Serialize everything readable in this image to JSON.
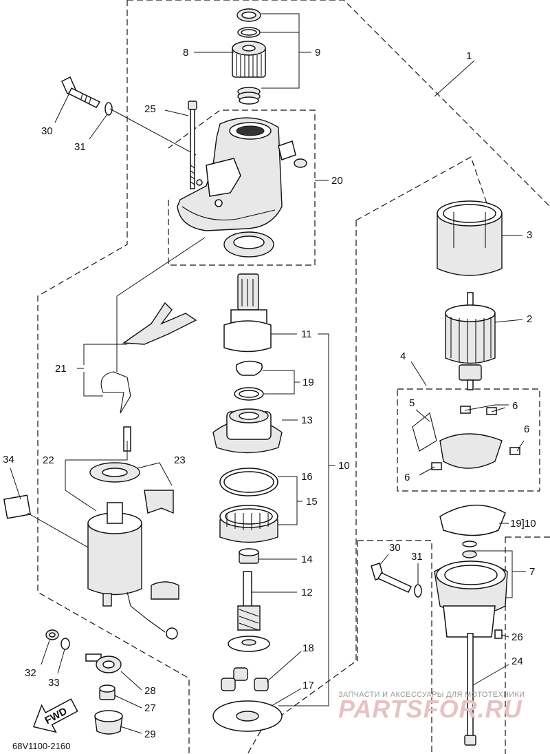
{
  "diagram": {
    "code": "68V1100-2160",
    "fwd_label": "FWD",
    "watermark_caption": "ЗАПЧАСТИ И АКСЕССУАРЫ ДЛЯ МОТОТЕХНИКИ",
    "watermark_brand": "PARTSFOR.RU",
    "callouts": [
      {
        "id": "c1",
        "label": "1"
      },
      {
        "id": "c2",
        "label": "2"
      },
      {
        "id": "c3",
        "label": "3"
      },
      {
        "id": "c4",
        "label": "4"
      },
      {
        "id": "c5",
        "label": "5"
      },
      {
        "id": "c6a",
        "label": "6"
      },
      {
        "id": "c6b",
        "label": "6"
      },
      {
        "id": "c6c",
        "label": "6"
      },
      {
        "id": "c7",
        "label": "7"
      },
      {
        "id": "c8",
        "label": "8"
      },
      {
        "id": "c9",
        "label": "9"
      },
      {
        "id": "c10",
        "label": "10"
      },
      {
        "id": "c10b",
        "label": "19]10"
      },
      {
        "id": "c11",
        "label": "11"
      },
      {
        "id": "c12",
        "label": "12"
      },
      {
        "id": "c13",
        "label": "13"
      },
      {
        "id": "c14",
        "label": "14"
      },
      {
        "id": "c15",
        "label": "15"
      },
      {
        "id": "c16",
        "label": "16"
      },
      {
        "id": "c17",
        "label": "17"
      },
      {
        "id": "c18",
        "label": "18"
      },
      {
        "id": "c19",
        "label": "19"
      },
      {
        "id": "c20",
        "label": "20"
      },
      {
        "id": "c21",
        "label": "21"
      },
      {
        "id": "c22",
        "label": "22"
      },
      {
        "id": "c23",
        "label": "23"
      },
      {
        "id": "c24",
        "label": "24"
      },
      {
        "id": "c25",
        "label": "25"
      },
      {
        "id": "c26",
        "label": "26"
      },
      {
        "id": "c27",
        "label": "27"
      },
      {
        "id": "c28",
        "label": "28"
      },
      {
        "id": "c29",
        "label": "29"
      },
      {
        "id": "c30a",
        "label": "30"
      },
      {
        "id": "c30b",
        "label": "30"
      },
      {
        "id": "c31a",
        "label": "31"
      },
      {
        "id": "c31b",
        "label": "31"
      },
      {
        "id": "c32",
        "label": "32"
      },
      {
        "id": "c33",
        "label": "33"
      },
      {
        "id": "c34",
        "label": "34"
      }
    ]
  }
}
